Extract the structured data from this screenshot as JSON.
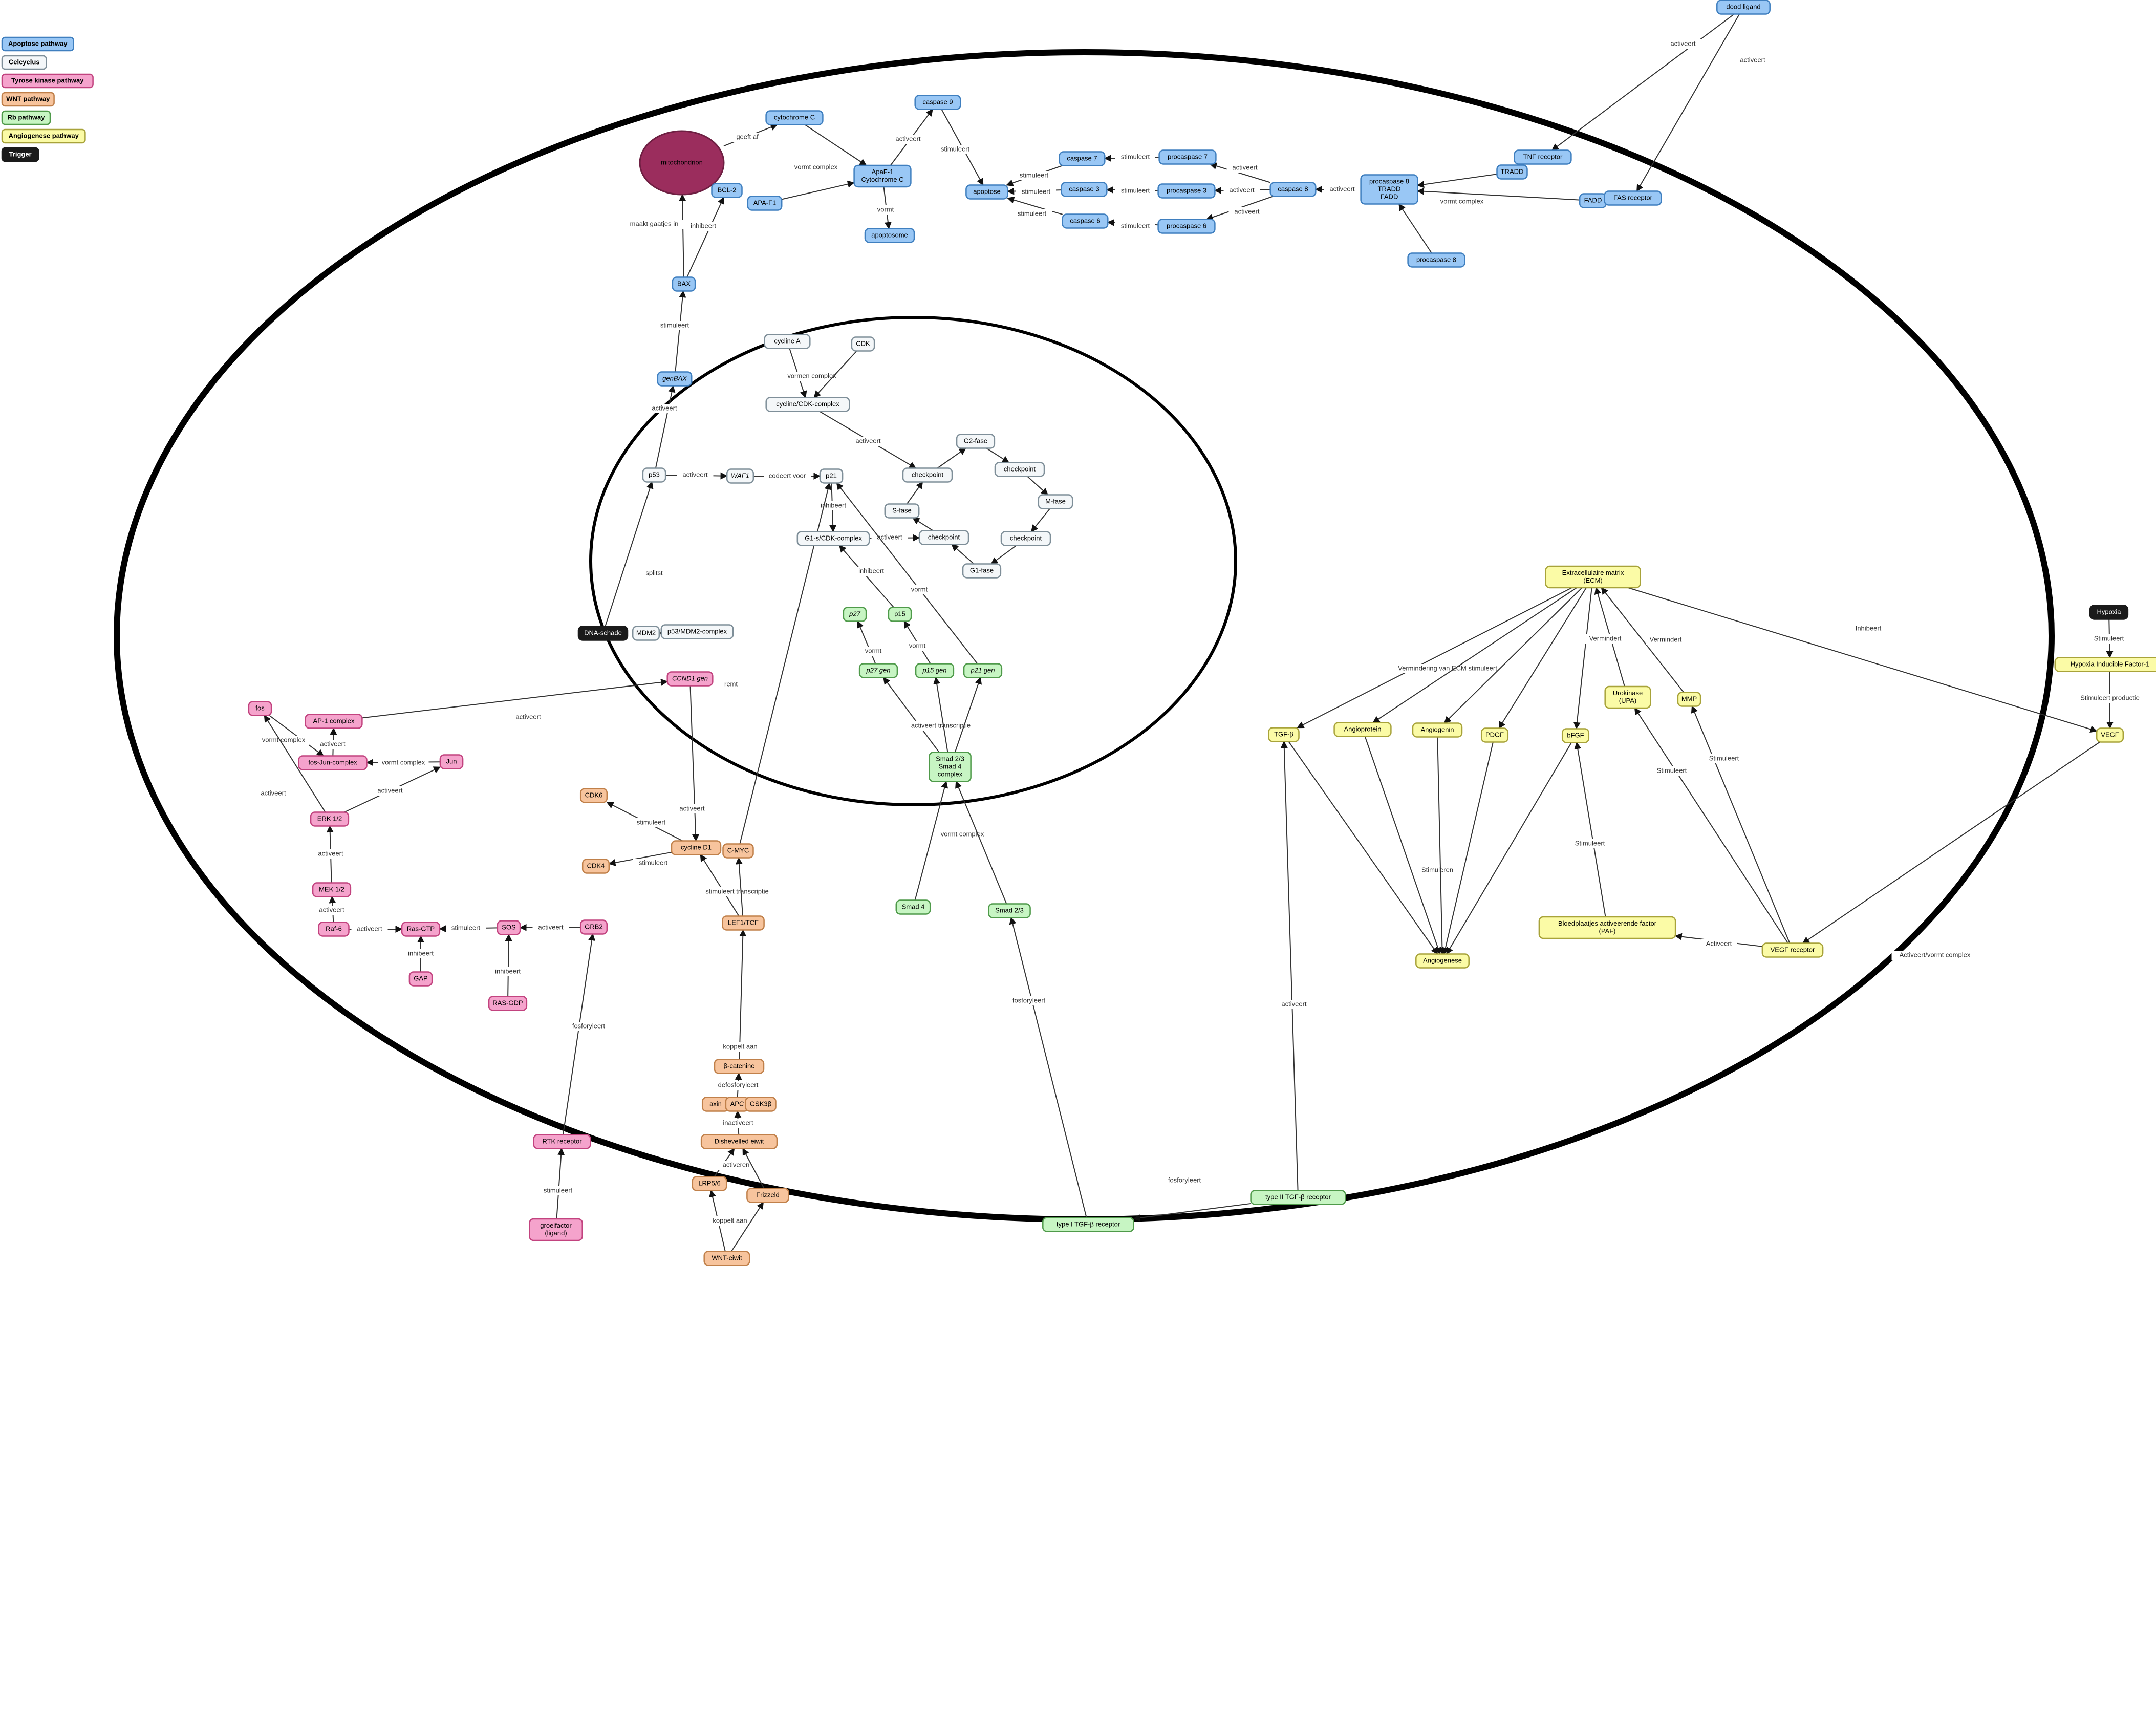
{
  "legend": [
    {
      "label": "Apoptose pathway",
      "pathway": "apoptosis"
    },
    {
      "label": "Celcyclus",
      "pathway": "cellcycle"
    },
    {
      "label": "Tyrose kinase pathway",
      "pathway": "rtk"
    },
    {
      "label": "WNT pathway",
      "pathway": "wnt"
    },
    {
      "label": "Rb pathway",
      "pathway": "rb"
    },
    {
      "label": "Angiogenese pathway",
      "pathway": "angio"
    },
    {
      "label": "Trigger",
      "pathway": "trigger"
    }
  ],
  "colors": {
    "apoptosis": {
      "fill": "#99c7f5",
      "stroke": "#3f7fbf",
      "text": "#000000"
    },
    "cellcycle": {
      "fill": "#f4f7f9",
      "stroke": "#7f8f99",
      "text": "#000000"
    },
    "rtk": {
      "fill": "#f5a3cc",
      "stroke": "#c2437f",
      "text": "#000000"
    },
    "wnt": {
      "fill": "#f7c49d",
      "stroke": "#c0804a",
      "text": "#000000"
    },
    "rb": {
      "fill": "#c7f5c3",
      "stroke": "#4f9a4a",
      "text": "#000000"
    },
    "angio": {
      "fill": "#fbfba6",
      "stroke": "#a8a33a",
      "text": "#000000"
    },
    "trigger": {
      "fill": "#1a1a1a",
      "stroke": "#1a1a1a",
      "text": "#ffffff"
    },
    "mito": {
      "fill": "#9b2d5d",
      "stroke": "#6e1f42",
      "text": "#000000"
    }
  },
  "nodes": [
    {
      "id": "mito",
      "label": "mitochondrion",
      "pathway": "mito"
    },
    {
      "id": "cytc",
      "label": "cytochrome C",
      "pathway": "apoptosis"
    },
    {
      "id": "bcl2",
      "label": "BCL-2",
      "pathway": "apoptosis"
    },
    {
      "id": "apaf1",
      "label": "APA-F1",
      "pathway": "apoptosis"
    },
    {
      "id": "apafcyt",
      "label": "ApaF-1\nCytochrome C",
      "pathway": "apoptosis"
    },
    {
      "id": "casp9",
      "label": "caspase 9",
      "pathway": "apoptosis"
    },
    {
      "id": "apoptosome",
      "label": "apoptosome",
      "pathway": "apoptosis"
    },
    {
      "id": "apoptose",
      "label": "apoptose",
      "pathway": "apoptosis"
    },
    {
      "id": "casp7",
      "label": "caspase 7",
      "pathway": "apoptosis"
    },
    {
      "id": "casp3",
      "label": "caspase 3",
      "pathway": "apoptosis"
    },
    {
      "id": "casp6",
      "label": "caspase 6",
      "pathway": "apoptosis"
    },
    {
      "id": "procasp7",
      "label": "procaspase 7",
      "pathway": "apoptosis"
    },
    {
      "id": "procasp3",
      "label": "procaspase 3",
      "pathway": "apoptosis"
    },
    {
      "id": "procasp6",
      "label": "procaspase 6",
      "pathway": "apoptosis"
    },
    {
      "id": "casp8",
      "label": "caspase 8",
      "pathway": "apoptosis"
    },
    {
      "id": "disc",
      "label": "procaspase 8\nTRADD\nFADD",
      "pathway": "apoptosis"
    },
    {
      "id": "tradd",
      "label": "TRADD",
      "pathway": "apoptosis"
    },
    {
      "id": "tnfr",
      "label": "TNF receptor",
      "pathway": "apoptosis"
    },
    {
      "id": "fadd",
      "label": "FADD",
      "pathway": "apoptosis"
    },
    {
      "id": "fasr",
      "label": "FAS receptor",
      "pathway": "apoptosis"
    },
    {
      "id": "procasp8",
      "label": "procaspase 8",
      "pathway": "apoptosis"
    },
    {
      "id": "doodligand",
      "label": "dood ligand",
      "pathway": "apoptosis"
    },
    {
      "id": "bax",
      "label": "BAX",
      "pathway": "apoptosis"
    },
    {
      "id": "genbax",
      "label": "genBAX",
      "pathway": "apoptosis",
      "italic": true
    },
    {
      "id": "cyclineA",
      "label": "cycline A",
      "pathway": "cellcycle"
    },
    {
      "id": "cdk",
      "label": "CDK",
      "pathway": "cellcycle"
    },
    {
      "id": "cyclcdk",
      "label": "cycline/CDK-complex",
      "pathway": "cellcycle"
    },
    {
      "id": "p53",
      "label": "p53",
      "pathway": "cellcycle"
    },
    {
      "id": "waf1",
      "label": "WAF1",
      "pathway": "cellcycle",
      "italic": true
    },
    {
      "id": "p21",
      "label": "p21",
      "pathway": "cellcycle"
    },
    {
      "id": "g1s",
      "label": "G1-s/CDK-complex",
      "pathway": "cellcycle"
    },
    {
      "id": "chk1",
      "label": "checkpoint",
      "pathway": "cellcycle"
    },
    {
      "id": "g2",
      "label": "G2-fase",
      "pathway": "cellcycle"
    },
    {
      "id": "chk2",
      "label": "checkpoint",
      "pathway": "cellcycle"
    },
    {
      "id": "mfase",
      "label": "M-fase",
      "pathway": "cellcycle"
    },
    {
      "id": "chk3",
      "label": "checkpoint",
      "pathway": "cellcycle"
    },
    {
      "id": "g1",
      "label": "G1-fase",
      "pathway": "cellcycle"
    },
    {
      "id": "chk4",
      "label": "checkpoint",
      "pathway": "cellcycle"
    },
    {
      "id": "sfase",
      "label": "S-fase",
      "pathway": "cellcycle"
    },
    {
      "id": "dna",
      "label": "DNA-schade",
      "pathway": "trigger"
    },
    {
      "id": "mdm2",
      "label": "MDM2",
      "pathway": "cellcycle"
    },
    {
      "id": "p53mdm2",
      "label": "p53/MDM2-complex",
      "pathway": "cellcycle"
    },
    {
      "id": "p27",
      "label": "p27",
      "pathway": "rb",
      "italic": true
    },
    {
      "id": "p15",
      "label": "p15",
      "pathway": "rb"
    },
    {
      "id": "p27gen",
      "label": "p27 gen",
      "pathway": "rb",
      "italic": true
    },
    {
      "id": "p15gen",
      "label": "p15 gen",
      "pathway": "rb",
      "italic": true
    },
    {
      "id": "p21gen",
      "label": "p21 gen",
      "pathway": "rb",
      "italic": true
    },
    {
      "id": "smadc",
      "label": "Smad 2/3\nSmad 4\ncomplex",
      "pathway": "rb"
    },
    {
      "id": "smad4",
      "label": "Smad 4",
      "pathway": "rb"
    },
    {
      "id": "smad23",
      "label": "Smad 2/3",
      "pathway": "rb"
    },
    {
      "id": "tgfr1",
      "label": "type I TGF-β receptor",
      "pathway": "rb"
    },
    {
      "id": "tgfr2",
      "label": "type II TGF-β receptor",
      "pathway": "rb"
    },
    {
      "id": "ccnd1",
      "label": "CCND1 gen",
      "pathway": "rtk",
      "italic": true
    },
    {
      "id": "fos",
      "label": "fos",
      "pathway": "rtk"
    },
    {
      "id": "ap1",
      "label": "AP-1 complex",
      "pathway": "rtk"
    },
    {
      "id": "fosjun",
      "label": "fos-Jun-complex",
      "pathway": "rtk"
    },
    {
      "id": "jun",
      "label": "Jun",
      "pathway": "rtk"
    },
    {
      "id": "erk",
      "label": "ERK 1/2",
      "pathway": "rtk"
    },
    {
      "id": "mek",
      "label": "MEK 1/2",
      "pathway": "rtk"
    },
    {
      "id": "raf",
      "label": "Raf-6",
      "pathway": "rtk"
    },
    {
      "id": "rasgtp",
      "label": "Ras-GTP",
      "pathway": "rtk"
    },
    {
      "id": "gap",
      "label": "GAP",
      "pathway": "rtk"
    },
    {
      "id": "sos",
      "label": "SOS",
      "pathway": "rtk"
    },
    {
      "id": "rasgdp",
      "label": "RAS-GDP",
      "pathway": "rtk"
    },
    {
      "id": "grb2",
      "label": "GRB2",
      "pathway": "rtk"
    },
    {
      "id": "rtk",
      "label": "RTK receptor",
      "pathway": "rtk"
    },
    {
      "id": "groeifactor",
      "label": "groeifactor\n(ligand)",
      "pathway": "rtk"
    },
    {
      "id": "cdk6",
      "label": "CDK6",
      "pathway": "wnt"
    },
    {
      "id": "cdk4",
      "label": "CDK4",
      "pathway": "wnt"
    },
    {
      "id": "cyclined1",
      "label": "cycline D1",
      "pathway": "wnt"
    },
    {
      "id": "cmyc",
      "label": "C-MYC",
      "pathway": "wnt"
    },
    {
      "id": "lef",
      "label": "LEF1/TCF",
      "pathway": "wnt"
    },
    {
      "id": "bcat",
      "label": "β-catenine",
      "pathway": "wnt"
    },
    {
      "id": "axin",
      "label": "axin",
      "pathway": "wnt"
    },
    {
      "id": "apc",
      "label": "APC",
      "pathway": "wnt"
    },
    {
      "id": "gsk",
      "label": "GSK3β",
      "pathway": "wnt"
    },
    {
      "id": "dish",
      "label": "Dishevelled eiwit",
      "pathway": "wnt"
    },
    {
      "id": "lrp",
      "label": "LRP5/6",
      "pathway": "wnt"
    },
    {
      "id": "frizzled",
      "label": "Frizzeld",
      "pathway": "wnt"
    },
    {
      "id": "wnt",
      "label": "WNT-eiwit",
      "pathway": "wnt"
    },
    {
      "id": "ecm",
      "label": "Extracellulaire matrix\n(ECM)",
      "pathway": "angio"
    },
    {
      "id": "tgfb",
      "label": "TGF-β",
      "pathway": "angio"
    },
    {
      "id": "angioprotein",
      "label": "Angioprotein",
      "pathway": "angio"
    },
    {
      "id": "angiogenin",
      "label": "Angiogenin",
      "pathway": "angio"
    },
    {
      "id": "pdgf",
      "label": "PDGF",
      "pathway": "angio"
    },
    {
      "id": "bfgf",
      "label": "bFGF",
      "pathway": "angio"
    },
    {
      "id": "upa",
      "label": "Urokinase\n(UPA)",
      "pathway": "angio"
    },
    {
      "id": "mmp",
      "label": "MMP",
      "pathway": "angio"
    },
    {
      "id": "angiogenese",
      "label": "Angiogenese",
      "pathway": "angio"
    },
    {
      "id": "paf",
      "label": "Bloedplaatjes activeerende factor\n(PAF)",
      "pathway": "angio"
    },
    {
      "id": "vegfr",
      "label": "VEGF receptor",
      "pathway": "angio"
    },
    {
      "id": "vegf",
      "label": "VEGF",
      "pathway": "angio"
    },
    {
      "id": "hif",
      "label": "Hypoxia Inducible Factor-1",
      "pathway": "angio"
    },
    {
      "id": "hypoxia",
      "label": "Hypoxia",
      "pathway": "trigger"
    }
  ],
  "edges": [
    {
      "from": "mito",
      "to": "cytc",
      "label": "geeft af"
    },
    {
      "from": "bax",
      "to": "mito",
      "label": "maakt gaatjes in"
    },
    {
      "from": "bax",
      "to": "bcl2",
      "label": "inhibeert"
    },
    {
      "from": "genbax",
      "to": "bax",
      "label": "stimuleert"
    },
    {
      "from": "p53",
      "to": "genbax",
      "label": "activeert"
    },
    {
      "from": "cytc",
      "to": "apafcyt",
      "label": "vormt complex"
    },
    {
      "from": "apaf1",
      "to": "apafcyt",
      "label": ""
    },
    {
      "from": "apafcyt",
      "to": "casp9",
      "label": "activeert"
    },
    {
      "from": "apafcyt",
      "to": "apoptosome",
      "label": "vormt"
    },
    {
      "from": "casp9",
      "to": "apoptose",
      "label": "stimuleert"
    },
    {
      "from": "casp7",
      "to": "apoptose",
      "label": "stimuleert"
    },
    {
      "from": "casp3",
      "to": "apoptose",
      "label": "stimuleert"
    },
    {
      "from": "casp6",
      "to": "apoptose",
      "label": "stimuleert"
    },
    {
      "from": "procasp7",
      "to": "casp7",
      "label": "stimuleert"
    },
    {
      "from": "procasp3",
      "to": "casp3",
      "label": "stimuleert"
    },
    {
      "from": "procasp6",
      "to": "casp6",
      "label": "stimuleert"
    },
    {
      "from": "casp8",
      "to": "procasp7",
      "label": "activeert"
    },
    {
      "from": "casp8",
      "to": "procasp3",
      "label": "activeert"
    },
    {
      "from": "casp8",
      "to": "procasp6",
      "label": "activeert"
    },
    {
      "from": "disc",
      "to": "casp8",
      "label": "activeert"
    },
    {
      "from": "tradd",
      "to": "disc",
      "label": "vormt complex"
    },
    {
      "from": "fadd",
      "to": "disc",
      "label": ""
    },
    {
      "from": "procasp8",
      "to": "disc",
      "label": ""
    },
    {
      "from": "doodligand",
      "to": "tnfr",
      "label": "activeert"
    },
    {
      "from": "doodligand",
      "to": "fasr",
      "label": "activeert"
    },
    {
      "from": "cyclineA",
      "to": "cyclcdk",
      "label": "vormen complex"
    },
    {
      "from": "cdk",
      "to": "cyclcdk",
      "label": ""
    },
    {
      "from": "cyclcdk",
      "to": "chk1",
      "label": "activeert"
    },
    {
      "from": "p53",
      "to": "waf1",
      "label": "activeert"
    },
    {
      "from": "waf1",
      "to": "p21",
      "label": "codeert voor"
    },
    {
      "from": "p21",
      "to": "g1s",
      "label": "inhibeert"
    },
    {
      "from": "g1s",
      "to": "chk4",
      "label": "activeert"
    },
    {
      "from": "sfase",
      "to": "chk1",
      "label": ""
    },
    {
      "from": "chk1",
      "to": "g2",
      "label": ""
    },
    {
      "from": "g2",
      "to": "chk2",
      "label": ""
    },
    {
      "from": "chk2",
      "to": "mfase",
      "label": ""
    },
    {
      "from": "mfase",
      "to": "chk3",
      "label": ""
    },
    {
      "from": "chk3",
      "to": "g1",
      "label": ""
    },
    {
      "from": "g1",
      "to": "chk4",
      "label": ""
    },
    {
      "from": "chk4",
      "to": "sfase",
      "label": ""
    },
    {
      "from": "dna",
      "to": "p53",
      "label": "splitst"
    },
    {
      "from": "p53mdm2",
      "to": "mdm2",
      "label": ""
    },
    {
      "from": "p15",
      "to": "g1s",
      "label": "inhibeert"
    },
    {
      "from": "p27gen",
      "to": "p27",
      "label": "vormt"
    },
    {
      "from": "p15gen",
      "to": "p15",
      "label": "vormt"
    },
    {
      "from": "p21gen",
      "to": "p21",
      "label": "vormt"
    },
    {
      "from": "smadc",
      "to": "p27gen",
      "label": "activeert transcriptie"
    },
    {
      "from": "smadc",
      "to": "p15gen",
      "label": ""
    },
    {
      "from": "smadc",
      "to": "p21gen",
      "label": ""
    },
    {
      "from": "smad4",
      "to": "smadc",
      "label": "vormt complex"
    },
    {
      "from": "smad23",
      "to": "smadc",
      "label": ""
    },
    {
      "from": "tgfr1",
      "to": "smad23",
      "label": "fosforyleert"
    },
    {
      "from": "tgfr2",
      "to": "tgfr1",
      "label": "fosforyleert"
    },
    {
      "from": "tgfr2",
      "to": "tgfb",
      "label": "activeert"
    },
    {
      "from": "ap1",
      "to": "ccnd1",
      "label": "activeert"
    },
    {
      "from": "ccnd1",
      "to": "cyclined1",
      "label": "activeert"
    },
    {
      "from": "cmyc",
      "to": "p21",
      "label": "remt"
    },
    {
      "from": "cyclined1",
      "to": "cdk6",
      "label": "stimuleert"
    },
    {
      "from": "cyclined1",
      "to": "cdk4",
      "label": "stimuleert"
    },
    {
      "from": "lef",
      "to": "cyclined1",
      "label": "stimuleert transcriptie"
    },
    {
      "from": "lef",
      "to": "cmyc",
      "label": ""
    },
    {
      "from": "bcat",
      "to": "lef",
      "label": "koppelt aan"
    },
    {
      "from": "apc",
      "to": "bcat",
      "label": "defosforyleert"
    },
    {
      "from": "dish",
      "to": "apc",
      "label": "inactiveert"
    },
    {
      "from": "lrp",
      "to": "dish",
      "label": "activeren"
    },
    {
      "from": "frizzled",
      "to": "dish",
      "label": ""
    },
    {
      "from": "wnt",
      "to": "lrp",
      "label": "koppelt aan"
    },
    {
      "from": "wnt",
      "to": "frizzled",
      "label": ""
    },
    {
      "from": "fosjun",
      "to": "ap1",
      "label": "activeert"
    },
    {
      "from": "jun",
      "to": "fosjun",
      "label": "vormt complex"
    },
    {
      "from": "fos",
      "to": "fosjun",
      "label": "vormt complex"
    },
    {
      "from": "erk",
      "to": "fos",
      "label": "activeert"
    },
    {
      "from": "erk",
      "to": "jun",
      "label": "activeert"
    },
    {
      "from": "mek",
      "to": "erk",
      "label": "activeert"
    },
    {
      "from": "raf",
      "to": "mek",
      "label": "activeert"
    },
    {
      "from": "raf",
      "to": "rasgtp",
      "label": "activeert"
    },
    {
      "from": "gap",
      "to": "rasgtp",
      "label": "inhibeert"
    },
    {
      "from": "sos",
      "to": "rasgtp",
      "label": "stimuleert"
    },
    {
      "from": "rasgdp",
      "to": "sos",
      "label": "inhibeert"
    },
    {
      "from": "grb2",
      "to": "sos",
      "label": "activeert"
    },
    {
      "from": "rtk",
      "to": "grb2",
      "label": "fosforyleert"
    },
    {
      "from": "groeifactor",
      "to": "rtk",
      "label": "stimuleert"
    },
    {
      "from": "ecm",
      "to": "tgfb",
      "label": "Vermindering van ECM stimuleert"
    },
    {
      "from": "ecm",
      "to": "angioprotein",
      "label": ""
    },
    {
      "from": "ecm",
      "to": "angiogenin",
      "label": ""
    },
    {
      "from": "ecm",
      "to": "pdgf",
      "label": ""
    },
    {
      "from": "ecm",
      "to": "bfgf",
      "label": ""
    },
    {
      "from": "ecm",
      "to": "vegf",
      "label": "Inhibeert"
    },
    {
      "from": "upa",
      "to": "ecm",
      "label": "Vermindert"
    },
    {
      "from": "mmp",
      "to": "ecm",
      "label": "Vermindert"
    },
    {
      "from": "tgfb",
      "to": "angiogenese",
      "label": "Stimuleren"
    },
    {
      "from": "angioprotein",
      "to": "angiogenese",
      "label": ""
    },
    {
      "from": "angiogenin",
      "to": "angiogenese",
      "label": ""
    },
    {
      "from": "pdgf",
      "to": "angiogenese",
      "label": ""
    },
    {
      "from": "bfgf",
      "to": "angiogenese",
      "label": ""
    },
    {
      "from": "paf",
      "to": "bfgf",
      "label": "Stimuleert"
    },
    {
      "from": "vegfr",
      "to": "upa",
      "label": "Stimuleert"
    },
    {
      "from": "vegfr",
      "to": "mmp",
      "label": "Stimuleert"
    },
    {
      "from": "vegfr",
      "to": "paf",
      "label": "Activeert"
    },
    {
      "from": "vegf",
      "to": "vegfr",
      "label": "Activeert/vormt complex"
    },
    {
      "from": "hif",
      "to": "vegf",
      "label": "Stimuleert productie"
    },
    {
      "from": "hypoxia",
      "to": "hif",
      "label": "Stimuleert"
    }
  ]
}
